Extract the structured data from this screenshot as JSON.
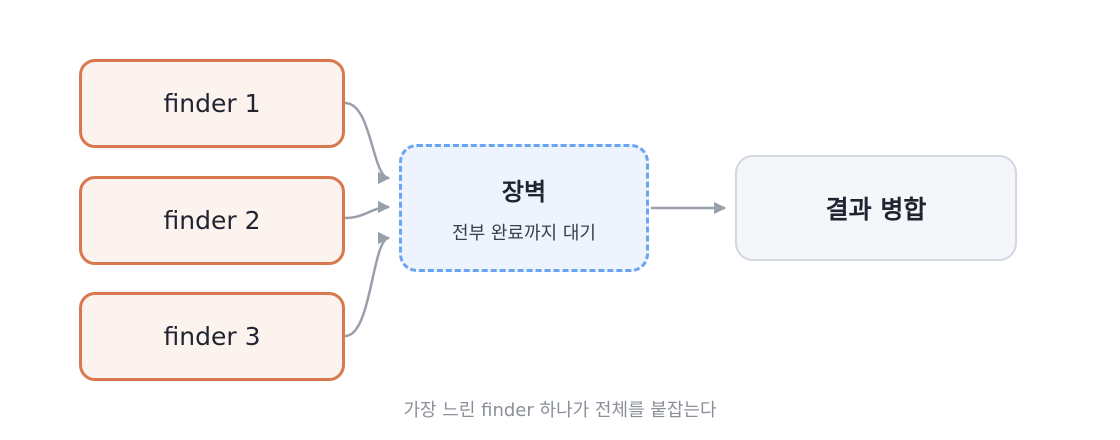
{
  "diagram": {
    "finders": [
      {
        "label": "finder 1"
      },
      {
        "label": "finder 2"
      },
      {
        "label": "finder 3"
      }
    ],
    "barrier": {
      "title": "장벽",
      "subtitle": "전부 완료까지 대기"
    },
    "merge": {
      "label": "결과 병합"
    },
    "caption": "가장 느린 finder 하나가 전체를 붙잡는다",
    "colors": {
      "finder_fill": "#fdf3ee",
      "finder_border": "#d9774e",
      "barrier_fill": "#eef4fd",
      "barrier_border": "#6aa4f2",
      "merge_fill": "#f4f6fa",
      "merge_border": "#d3d8e0",
      "arrow": "#9aa0ab"
    }
  }
}
